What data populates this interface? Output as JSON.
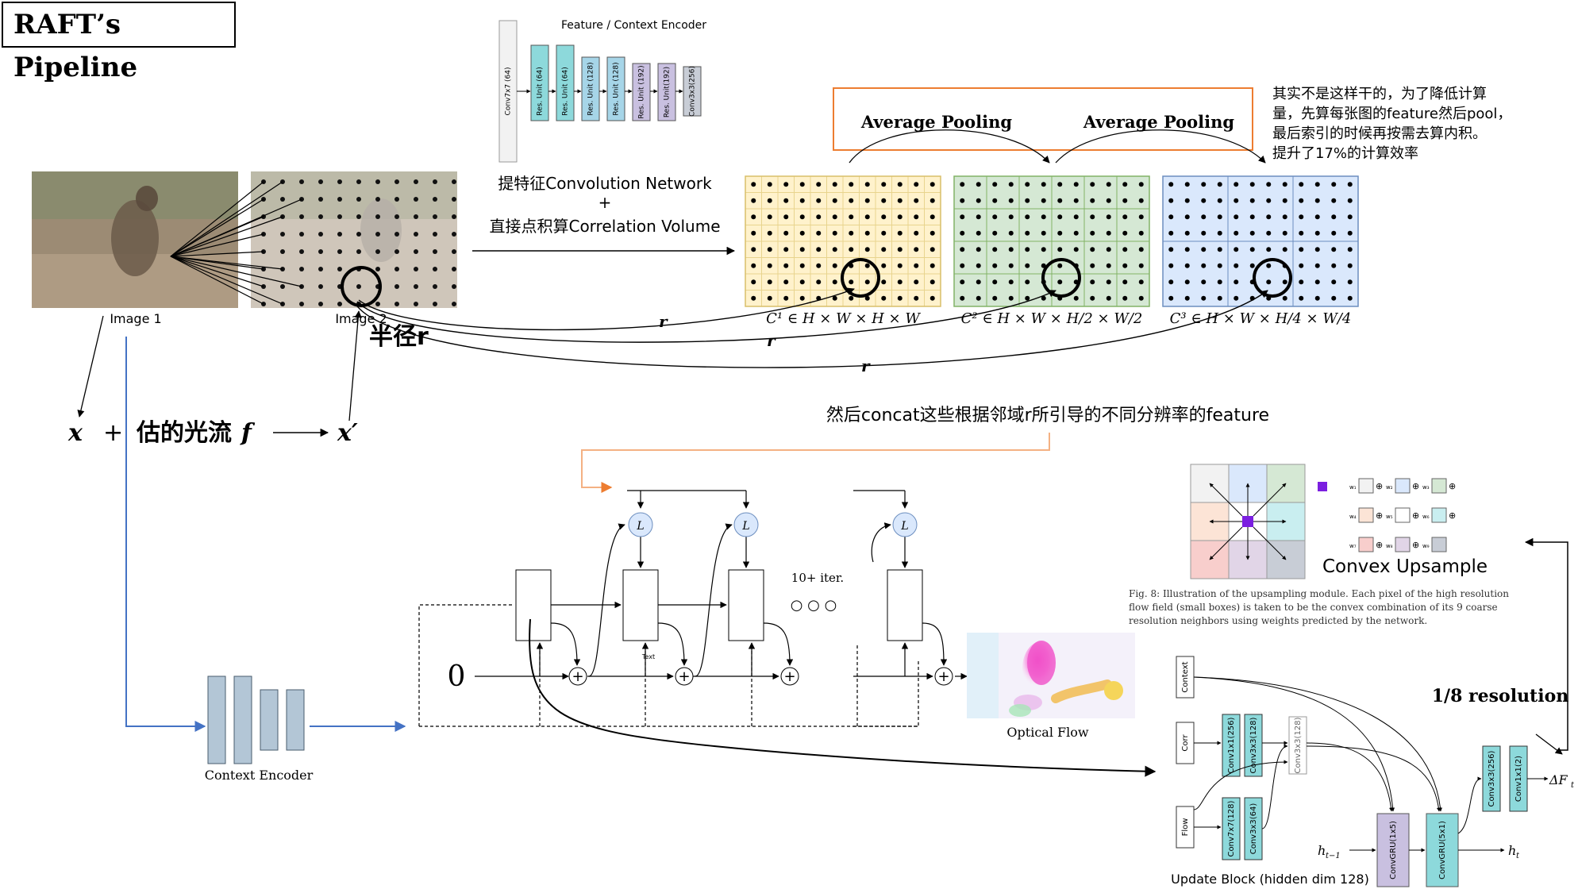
{
  "title": "RAFT’s Pipeline",
  "feature_encoder": {
    "title": "Feature / Context Encoder",
    "layers": [
      "Conv7x7 (64)",
      "Res. Unit (64)",
      "Res. Unit (64)",
      "Res. Unit (128)",
      "Res. Unit (128)",
      "Res. Unit (192)",
      "Res. Unit(192)",
      "Conv3x3(256)"
    ]
  },
  "images": {
    "image1": "Image 1",
    "image2": "Image 2"
  },
  "cnn_note": {
    "line1": "提特征Convolution Network",
    "line2": "+",
    "line3": "直接点积算Correlation Volume"
  },
  "pooling": {
    "label1": "Average Pooling",
    "label2": "Average Pooling"
  },
  "pool_note": [
    "其实不是这样干的，为了降低计算",
    "量，先算每张图的feature然后pool，",
    "最后索引的时候再按需去算内积。",
    "提升了17%的计算效率"
  ],
  "volumes": {
    "c1": "C¹ ∈ H × W × H × W",
    "c2": "C² ∈ H × W × H/2 × W/2",
    "c3": "C³ ∈ H × W × H/4 × W/4"
  },
  "radius": {
    "r": "r",
    "label": "半径r"
  },
  "flow_eq": {
    "x": "x",
    "plus": "+",
    "mid": "估的光流",
    "f": "f",
    "xprime": "x′"
  },
  "concat_note": "然后concat这些根据邻域r所引导的不同分辨率的feature",
  "iteration": {
    "L": "L",
    "iters": "10+ iter.",
    "dots": "○ ○ ○",
    "zero": "0",
    "text_tag": "Text",
    "plus": "+"
  },
  "context_encoder": "Context Encoder",
  "optical_flow": "Optical Flow",
  "convex": {
    "title": "Convex Upsample",
    "caption": [
      "Fig. 8: Illustration of the upsampling module. Each pixel of the high resolution",
      "flow field (small boxes) is taken to be the convex combination of its 9 coarse",
      "resolution neighbors using weights predicted by the network."
    ],
    "weights": [
      "w₁",
      "w₂",
      "w₃",
      "w₄",
      "w₅",
      "w₆",
      "w₇",
      "w₈",
      "w₉"
    ]
  },
  "resolution": "1/8 resolution",
  "update_block": {
    "title": "Update Block (hidden dim 128)",
    "inputs": [
      "Context",
      "Corr",
      "Flow"
    ],
    "corr_layers": [
      "Conv1x1(256)",
      "Conv3x3(128)"
    ],
    "flow_layers": [
      "Conv7x7(128)",
      "Conv3x3(64)"
    ],
    "merge": "Conv3x3(128)",
    "gru1": "ConvGRU(1x5)",
    "gru2": "ConvGRU(5x1)",
    "head": [
      "Conv3x3(256)",
      "Conv1x1(2)"
    ],
    "h_prev": "h",
    "h_prev_sub": "t−1",
    "h_next": "h",
    "h_next_sub": "t",
    "delta": "ΔF",
    "delta_sub": "t"
  },
  "colors": {
    "orange": "#ED7D31",
    "blue": "#4472C4",
    "yellow": "#FFF2CC",
    "green": "#D5E8D4",
    "lightblue": "#DAE8FC",
    "teal": "#8DD9DB",
    "lavender": "#C9C0E0",
    "encoder_block": "#B3C6D6"
  }
}
